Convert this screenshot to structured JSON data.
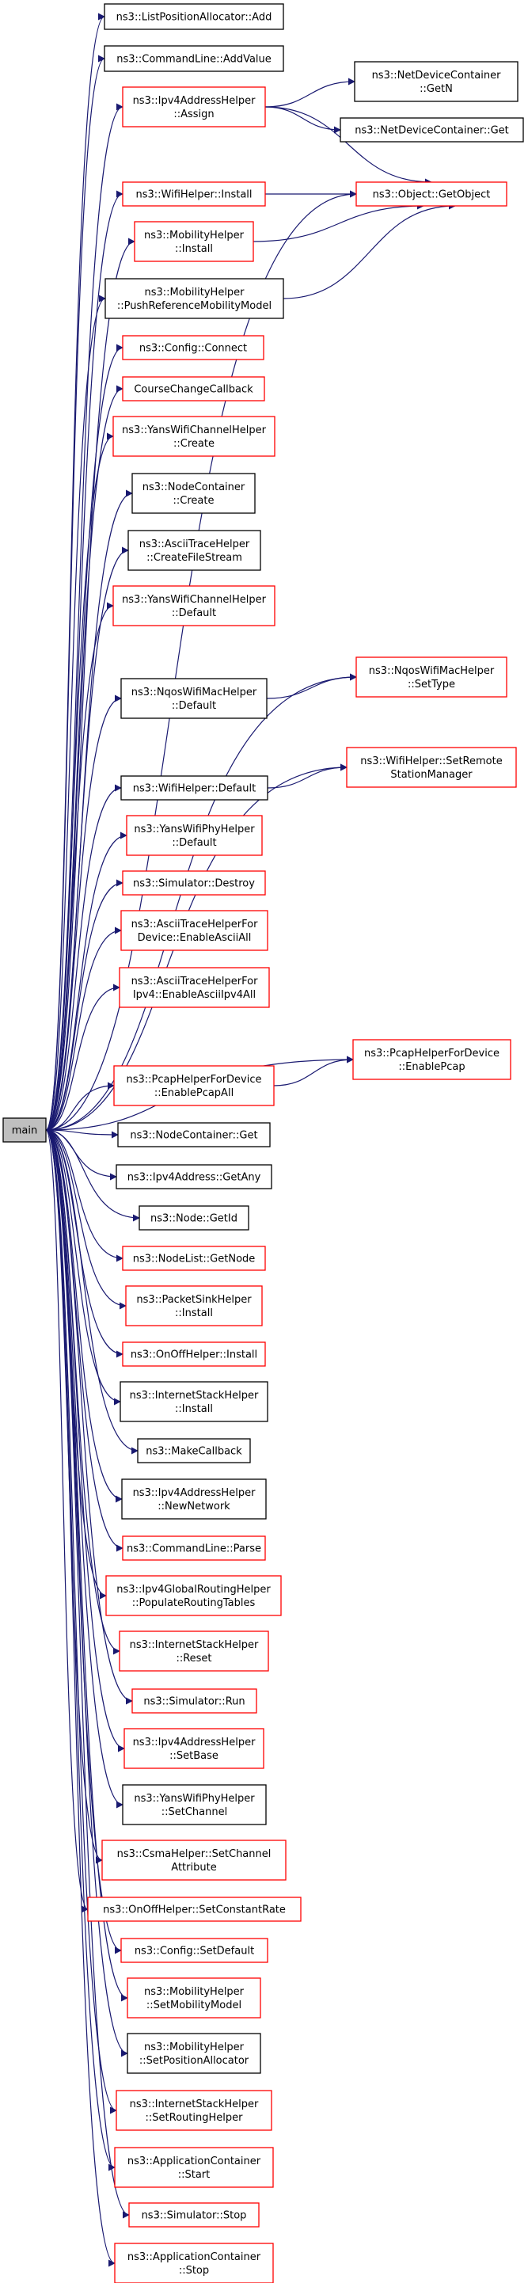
{
  "colors": {
    "edge": "#191970",
    "root_fill": "#bfbfbf",
    "documented_border": "#000000",
    "undocumented_border": "#ff0000",
    "node_fill": "#ffffff"
  },
  "root": {
    "id": "main",
    "lines": [
      "main"
    ],
    "style": "root"
  },
  "nodes": [
    {
      "id": "n1",
      "lines": [
        "ns3::ListPositionAllocator::Add"
      ],
      "style": "black"
    },
    {
      "id": "n2",
      "lines": [
        "ns3::CommandLine::AddValue"
      ],
      "style": "black"
    },
    {
      "id": "n3",
      "lines": [
        "ns3::Ipv4AddressHelper",
        "::Assign"
      ],
      "style": "red"
    },
    {
      "id": "n4",
      "lines": [
        "ns3::NetDeviceContainer",
        "::GetN"
      ],
      "style": "black"
    },
    {
      "id": "n5",
      "lines": [
        "ns3::NetDeviceContainer::Get"
      ],
      "style": "black"
    },
    {
      "id": "n6",
      "lines": [
        "ns3::Object::GetObject"
      ],
      "style": "red"
    },
    {
      "id": "n7",
      "lines": [
        "ns3::WifiHelper::Install"
      ],
      "style": "red"
    },
    {
      "id": "n8",
      "lines": [
        "ns3::MobilityHelper",
        "::Install"
      ],
      "style": "red"
    },
    {
      "id": "n9",
      "lines": [
        "ns3::MobilityHelper",
        "::PushReferenceMobilityModel"
      ],
      "style": "black"
    },
    {
      "id": "n10",
      "lines": [
        "ns3::Config::Connect"
      ],
      "style": "red"
    },
    {
      "id": "n11",
      "lines": [
        "CourseChangeCallback"
      ],
      "style": "red"
    },
    {
      "id": "n12",
      "lines": [
        "ns3::YansWifiChannelHelper",
        "::Create"
      ],
      "style": "red"
    },
    {
      "id": "n13",
      "lines": [
        "ns3::NodeContainer",
        "::Create"
      ],
      "style": "black"
    },
    {
      "id": "n14",
      "lines": [
        "ns3::AsciiTraceHelper",
        "::CreateFileStream"
      ],
      "style": "black"
    },
    {
      "id": "n15",
      "lines": [
        "ns3::YansWifiChannelHelper",
        "::Default"
      ],
      "style": "red"
    },
    {
      "id": "n16",
      "lines": [
        "ns3::NqosWifiMacHelper",
        "::SetType"
      ],
      "style": "red"
    },
    {
      "id": "n17",
      "lines": [
        "ns3::NqosWifiMacHelper",
        "::Default"
      ],
      "style": "black"
    },
    {
      "id": "n18",
      "lines": [
        "ns3::WifiHelper::SetRemote",
        "StationManager"
      ],
      "style": "red"
    },
    {
      "id": "n19",
      "lines": [
        "ns3::WifiHelper::Default"
      ],
      "style": "black"
    },
    {
      "id": "n20",
      "lines": [
        "ns3::YansWifiPhyHelper",
        "::Default"
      ],
      "style": "red"
    },
    {
      "id": "n21",
      "lines": [
        "ns3::Simulator::Destroy"
      ],
      "style": "red"
    },
    {
      "id": "n22",
      "lines": [
        "ns3::AsciiTraceHelperFor",
        "Device::EnableAsciiAll"
      ],
      "style": "red"
    },
    {
      "id": "n23",
      "lines": [
        "ns3::AsciiTraceHelperFor",
        "Ipv4::EnableAsciiIpv4All"
      ],
      "style": "red"
    },
    {
      "id": "n24",
      "lines": [
        "ns3::PcapHelperForDevice",
        "::EnablePcap"
      ],
      "style": "red"
    },
    {
      "id": "n25",
      "lines": [
        "ns3::PcapHelperForDevice",
        "::EnablePcapAll"
      ],
      "style": "red"
    },
    {
      "id": "n26",
      "lines": [
        "ns3::NodeContainer::Get"
      ],
      "style": "black"
    },
    {
      "id": "n27",
      "lines": [
        "ns3::Ipv4Address::GetAny"
      ],
      "style": "black"
    },
    {
      "id": "n28",
      "lines": [
        "ns3::Node::GetId"
      ],
      "style": "black"
    },
    {
      "id": "n29",
      "lines": [
        "ns3::NodeList::GetNode"
      ],
      "style": "red"
    },
    {
      "id": "n30",
      "lines": [
        "ns3::PacketSinkHelper",
        "::Install"
      ],
      "style": "red"
    },
    {
      "id": "n31",
      "lines": [
        "ns3::OnOffHelper::Install"
      ],
      "style": "red"
    },
    {
      "id": "n32",
      "lines": [
        "ns3::InternetStackHelper",
        "::Install"
      ],
      "style": "black"
    },
    {
      "id": "n33",
      "lines": [
        "ns3::MakeCallback"
      ],
      "style": "black"
    },
    {
      "id": "n34",
      "lines": [
        "ns3::Ipv4AddressHelper",
        "::NewNetwork"
      ],
      "style": "black"
    },
    {
      "id": "n35",
      "lines": [
        "ns3::CommandLine::Parse"
      ],
      "style": "red"
    },
    {
      "id": "n36",
      "lines": [
        "ns3::Ipv4GlobalRoutingHelper",
        "::PopulateRoutingTables"
      ],
      "style": "red"
    },
    {
      "id": "n37",
      "lines": [
        "ns3::InternetStackHelper",
        "::Reset"
      ],
      "style": "red"
    },
    {
      "id": "n38",
      "lines": [
        "ns3::Simulator::Run"
      ],
      "style": "red"
    },
    {
      "id": "n39",
      "lines": [
        "ns3::Ipv4AddressHelper",
        "::SetBase"
      ],
      "style": "red"
    },
    {
      "id": "n40",
      "lines": [
        "ns3::YansWifiPhyHelper",
        "::SetChannel"
      ],
      "style": "black"
    },
    {
      "id": "n41",
      "lines": [
        "ns3::CsmaHelper::SetChannel",
        "Attribute"
      ],
      "style": "red"
    },
    {
      "id": "n42",
      "lines": [
        "ns3::OnOffHelper::SetConstantRate"
      ],
      "style": "red"
    },
    {
      "id": "n43",
      "lines": [
        "ns3::Config::SetDefault"
      ],
      "style": "red"
    },
    {
      "id": "n44",
      "lines": [
        "ns3::MobilityHelper",
        "::SetMobilityModel"
      ],
      "style": "red"
    },
    {
      "id": "n45",
      "lines": [
        "ns3::MobilityHelper",
        "::SetPositionAllocator"
      ],
      "style": "black"
    },
    {
      "id": "n46",
      "lines": [
        "ns3::InternetStackHelper",
        "::SetRoutingHelper"
      ],
      "style": "red"
    },
    {
      "id": "n47",
      "lines": [
        "ns3::ApplicationContainer",
        "::Start"
      ],
      "style": "red"
    },
    {
      "id": "n48",
      "lines": [
        "ns3::Simulator::Stop"
      ],
      "style": "red"
    },
    {
      "id": "n49",
      "lines": [
        "ns3::ApplicationContainer",
        "::Stop"
      ],
      "style": "red"
    }
  ],
  "edges": [
    [
      "main",
      "n1"
    ],
    [
      "main",
      "n2"
    ],
    [
      "main",
      "n3"
    ],
    [
      "main",
      "n6"
    ],
    [
      "main",
      "n7"
    ],
    [
      "main",
      "n8"
    ],
    [
      "main",
      "n9"
    ],
    [
      "main",
      "n10"
    ],
    [
      "main",
      "n11"
    ],
    [
      "main",
      "n12"
    ],
    [
      "main",
      "n13"
    ],
    [
      "main",
      "n14"
    ],
    [
      "main",
      "n15"
    ],
    [
      "main",
      "n16"
    ],
    [
      "main",
      "n17"
    ],
    [
      "main",
      "n18"
    ],
    [
      "main",
      "n19"
    ],
    [
      "main",
      "n20"
    ],
    [
      "main",
      "n21"
    ],
    [
      "main",
      "n22"
    ],
    [
      "main",
      "n23"
    ],
    [
      "main",
      "n24"
    ],
    [
      "main",
      "n25"
    ],
    [
      "main",
      "n26"
    ],
    [
      "main",
      "n27"
    ],
    [
      "main",
      "n28"
    ],
    [
      "main",
      "n29"
    ],
    [
      "main",
      "n30"
    ],
    [
      "main",
      "n31"
    ],
    [
      "main",
      "n32"
    ],
    [
      "main",
      "n33"
    ],
    [
      "main",
      "n34"
    ],
    [
      "main",
      "n35"
    ],
    [
      "main",
      "n36"
    ],
    [
      "main",
      "n37"
    ],
    [
      "main",
      "n38"
    ],
    [
      "main",
      "n39"
    ],
    [
      "main",
      "n40"
    ],
    [
      "main",
      "n41"
    ],
    [
      "main",
      "n42"
    ],
    [
      "main",
      "n43"
    ],
    [
      "main",
      "n44"
    ],
    [
      "main",
      "n45"
    ],
    [
      "main",
      "n46"
    ],
    [
      "main",
      "n47"
    ],
    [
      "main",
      "n48"
    ],
    [
      "main",
      "n49"
    ],
    [
      "n3",
      "n4"
    ],
    [
      "n3",
      "n5"
    ],
    [
      "n3",
      "n6"
    ],
    [
      "n7",
      "n6"
    ],
    [
      "n8",
      "n6"
    ],
    [
      "n9",
      "n6"
    ],
    [
      "n17",
      "n16"
    ],
    [
      "n19",
      "n18"
    ],
    [
      "n25",
      "n24"
    ]
  ]
}
